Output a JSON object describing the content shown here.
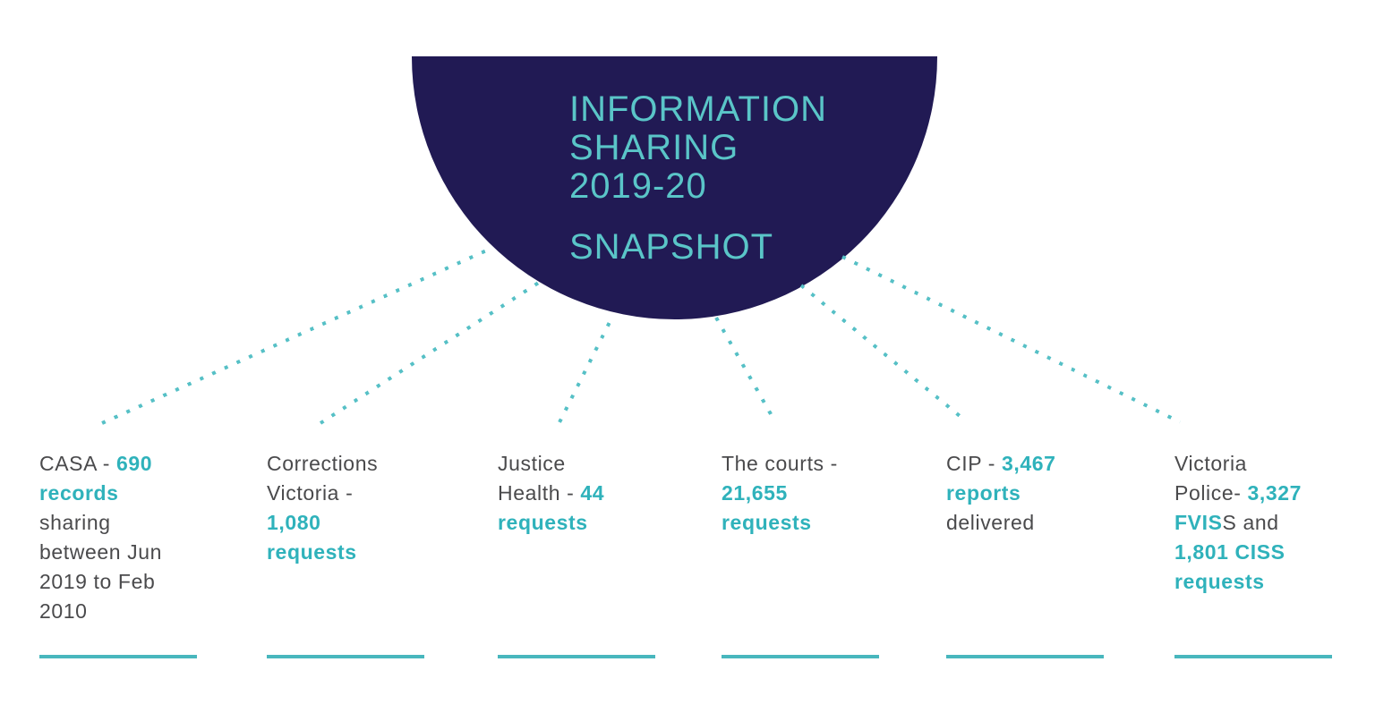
{
  "title": {
    "lines": [
      "INFORMATION",
      "SHARING",
      "2019-20"
    ],
    "subtitle": "SNAPSHOT"
  },
  "colors": {
    "navy": "#211a54",
    "tealHeading": "#5ac5c8",
    "tealStat": "#2fb2bb",
    "tealLine": "#48b7bd",
    "dot": "#56c0c6",
    "gray": "#4a4a4c"
  },
  "stats": [
    {
      "id": "casa",
      "lines": [
        [
          {
            "t": "CASA - "
          },
          {
            "t": "690",
            "a": true
          }
        ],
        [
          {
            "t": "records",
            "a": true
          }
        ],
        [
          {
            "t": "sharing"
          }
        ],
        [
          {
            "t": "between Jun"
          }
        ],
        [
          {
            "t": "2019 to Feb"
          }
        ],
        [
          {
            "t": "2010"
          }
        ]
      ]
    },
    {
      "id": "corrections-victoria",
      "lines": [
        [
          {
            "t": "Corrections"
          }
        ],
        [
          {
            "t": "Victoria -"
          }
        ],
        [
          {
            "t": "1,080",
            "a": true
          }
        ],
        [
          {
            "t": "requests",
            "a": true
          }
        ]
      ]
    },
    {
      "id": "justice-health",
      "lines": [
        [
          {
            "t": "Justice"
          }
        ],
        [
          {
            "t": "Health - "
          },
          {
            "t": "44",
            "a": true
          }
        ],
        [
          {
            "t": "requests",
            "a": true
          }
        ]
      ]
    },
    {
      "id": "the-courts",
      "lines": [
        [
          {
            "t": "The courts -"
          }
        ],
        [
          {
            "t": "21,655",
            "a": true
          }
        ],
        [
          {
            "t": "requests",
            "a": true
          }
        ]
      ]
    },
    {
      "id": "cip",
      "lines": [
        [
          {
            "t": "CIP - "
          },
          {
            "t": "3,467",
            "a": true
          }
        ],
        [
          {
            "t": "reports",
            "a": true
          }
        ],
        [
          {
            "t": "delivered"
          }
        ]
      ]
    },
    {
      "id": "victoria-police",
      "lines": [
        [
          {
            "t": "Victoria"
          }
        ],
        [
          {
            "t": "Police- "
          },
          {
            "t": "3,327",
            "a": true
          }
        ],
        [
          {
            "t": "FVIS",
            "a": true
          },
          {
            "t": "S and"
          }
        ],
        [
          {
            "t": "1,801 CISS",
            "a": true
          }
        ],
        [
          {
            "t": "requests",
            "a": true
          }
        ]
      ]
    }
  ]
}
